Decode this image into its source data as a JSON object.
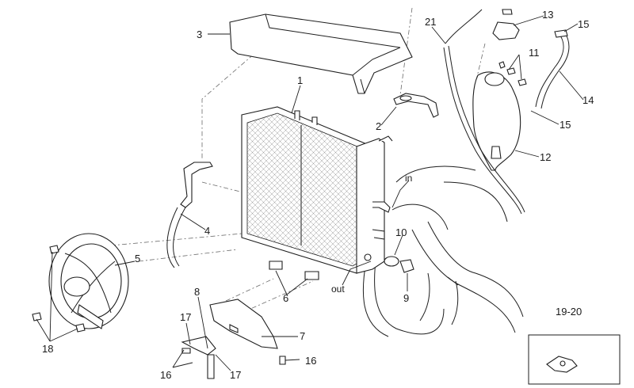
{
  "callouts": {
    "c1": "1",
    "c2": "2",
    "c3": "3",
    "c4": "4",
    "c5": "5",
    "c6": "6",
    "c7": "7",
    "c8": "8",
    "c9": "9",
    "c10": "10",
    "c11": "11",
    "c12": "12",
    "c13": "13",
    "c14": "14",
    "c15a": "15",
    "c15b": "15",
    "c16a": "16",
    "c16b": "16",
    "c17a": "17",
    "c17b": "17",
    "c18": "18",
    "c21": "21",
    "c1920": "19-20"
  },
  "flow_labels": {
    "in": "in",
    "out": "out"
  },
  "colors": {
    "line": "#1e1e1e",
    "phantom": "#6a6a6a",
    "background": "#ffffff"
  }
}
